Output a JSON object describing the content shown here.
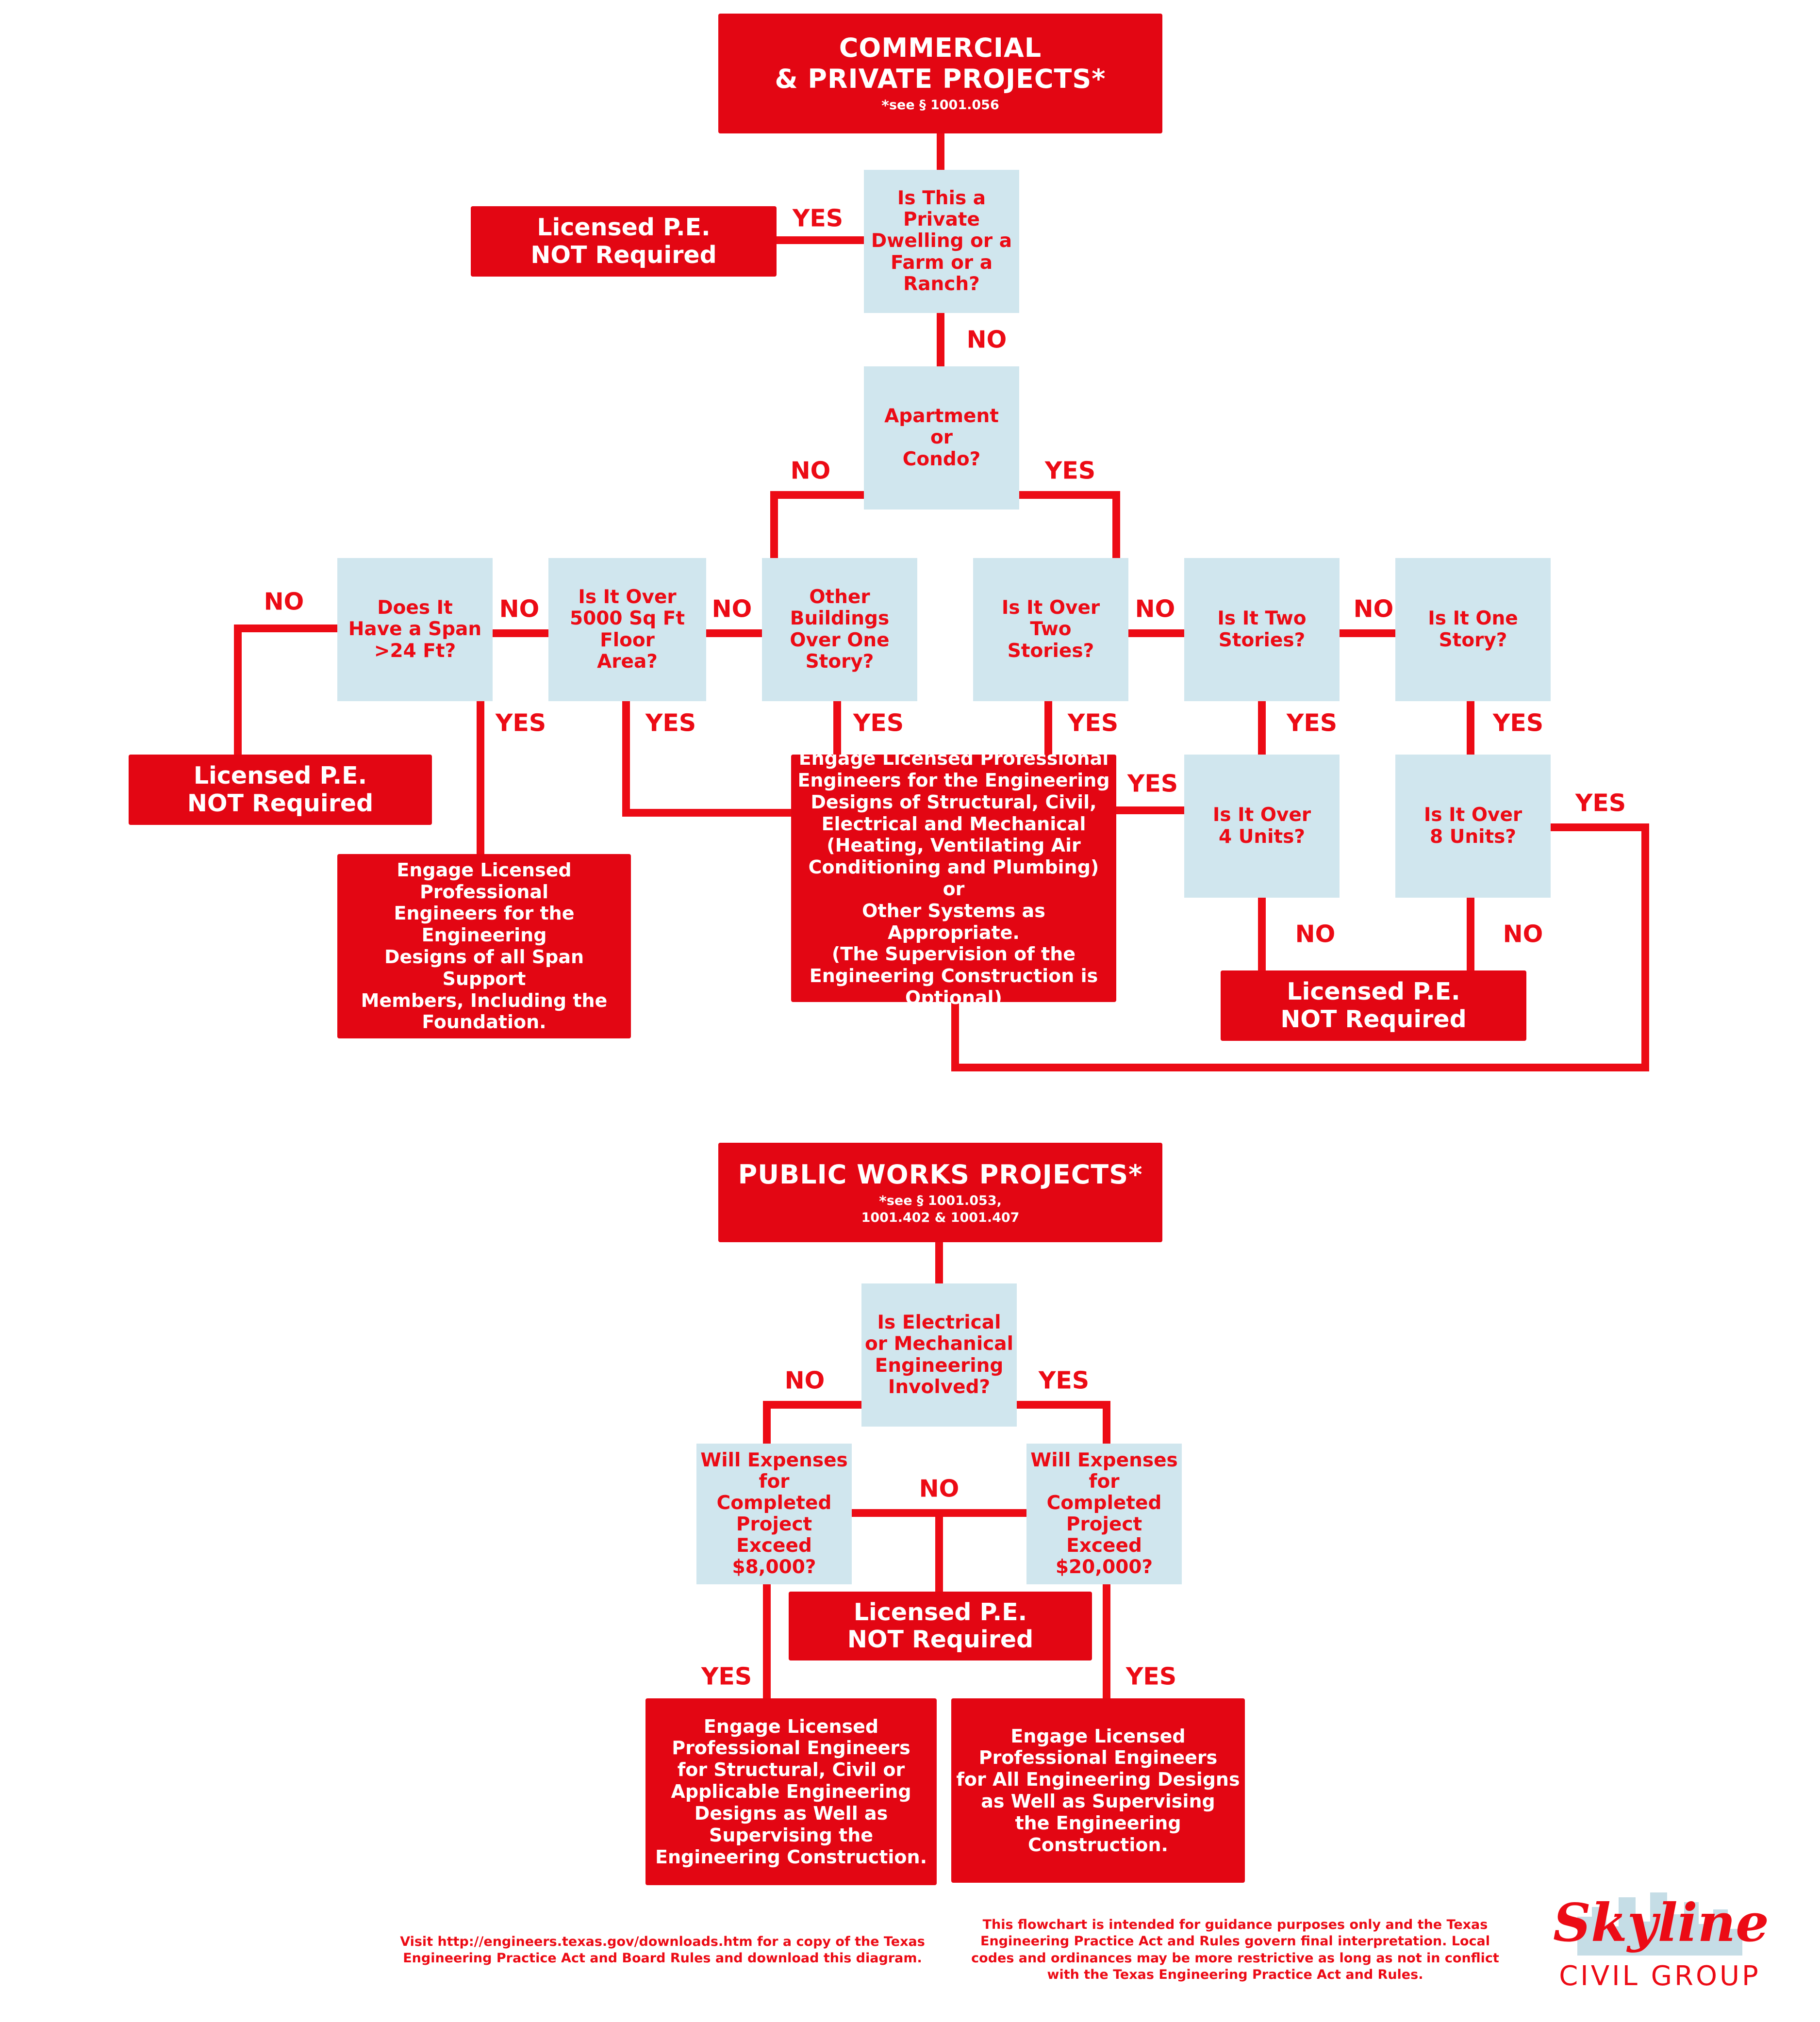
{
  "commercial": {
    "title": "COMMERCIAL\n& PRIVATE PROJECTS*",
    "footnote_mark": "*",
    "footnote": "see § 1001.056",
    "q_private_dwelling": "Is This a\nPrivate\nDwelling or a\nFarm or a\nRanch?",
    "q_apartment": "Apartment\nor\nCondo?",
    "q_span": "Does It\nHave a Span\n>24 Ft?",
    "q_5000": "Is It Over\n5000 Sq Ft\nFloor\nArea?",
    "q_other_buildings": "Other\nBuildings\nOver One\nStory?",
    "q_over_two": "Is It Over\nTwo\nStories?",
    "q_two_stories": "Is It Two\nStories?",
    "q_one_story": "Is It One\nStory?",
    "q_4_units": "Is It Over\n4 Units?",
    "q_8_units": "Is It Over\n8 Units?",
    "not_required": "Licensed P.E.\nNOT Required",
    "engage_span": "Engage Licensed Professional\nEngineers for the Engineering\nDesigns of all Span Support\nMembers, Including the\nFoundation.",
    "engage_main": "Engage Licensed Professional\nEngineers for the Engineering\nDesigns of Structural, Civil,\nElectrical and Mechanical\n(Heating, Ventilating Air\nConditioning and Plumbing) or\nOther Systems as Appropriate.\n(The Supervision of the\nEngineering Construction is\nOptional)"
  },
  "public": {
    "title": "PUBLIC WORKS PROJECTS*",
    "footnote_mark": "*",
    "footnote": "see § 1001.053,\n1001.402 & 1001.407",
    "q_electrical": "Is Electrical\nor Mechanical\nEngineering\nInvolved?",
    "q_8000": "Will Expenses\nfor Completed\nProject Exceed\n$8,000?",
    "q_20000": "Will Expenses\nfor Completed\nProject Exceed\n$20,000?",
    "not_required": "Licensed P.E.\nNOT Required",
    "engage_structural": "Engage Licensed\nProfessional Engineers\nfor Structural, Civil or\nApplicable Engineering\nDesigns as Well as\nSupervising the\nEngineering Construction.",
    "engage_all": "Engage Licensed\nProfessional Engineers\nfor All Engineering Designs\nas Well as Supervising\nthe Engineering\nConstruction."
  },
  "labels": {
    "yes": "YES",
    "no": "NO"
  },
  "footer": {
    "visit_text": "Visit http://engineers.texas.gov/downloads.htm for a copy of the Texas\nEngineering Practice Act and Board Rules and download this diagram.",
    "disclaimer": "This flowchart is intended for guidance purposes only and the Texas\nEngineering Practice Act and Rules govern final interpretation. Local\ncodes and ordinances may be more restrictive as long as not in conflict\nwith the Texas Engineering Practice Act and Rules."
  },
  "logo": {
    "brand": "Skyline",
    "sub": "CIVIL GROUP"
  },
  "colors": {
    "red": "#e30613",
    "line_red": "#ec0b15",
    "question_bg": "#d0e6ee",
    "logo_blue": "#c5dde6"
  }
}
